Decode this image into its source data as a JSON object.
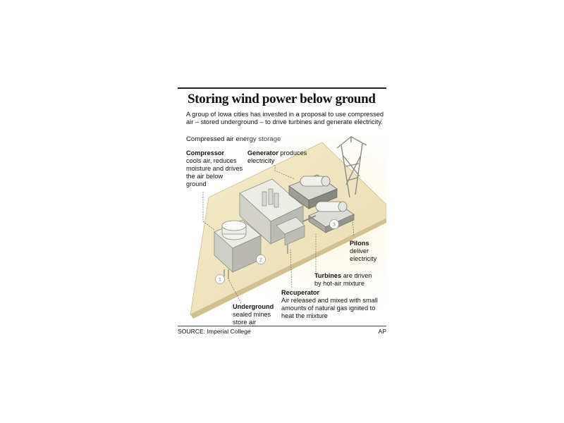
{
  "title": "Storing wind power below ground",
  "subtitle": "A group of Iowa cities has invested in a proposal to use compressed air – stored underground – to drive turbines and generate electricity.",
  "section_title": "Compressed air energy storage",
  "labels": {
    "compressor": {
      "heading": "Compressor",
      "body": "cools air, reduces moisture and drives the air below ground"
    },
    "generator": {
      "heading": "Generator",
      "body": "produces electricity"
    },
    "pilons": {
      "heading": "Pilons",
      "body": "deliver electricity"
    },
    "turbines": {
      "heading": "Turbines",
      "body": "are driven by hot-air mixture"
    },
    "recuperator": {
      "heading": "Recuperator",
      "body": "Air released and mixed with small amounts of natural gas ignited to heat the mixture"
    },
    "underground": {
      "heading": "Underground",
      "body": "sealed mines store air"
    }
  },
  "markers": [
    "1",
    "2",
    "3"
  ],
  "source": "SOURCE: Imperial College",
  "credit": "AP",
  "colors": {
    "ground": "#f1e6c2",
    "ground_glow": "#fbf3d6",
    "building": "#e2e2dc",
    "building_shade": "#b9b9b2",
    "ink": "#111111"
  }
}
